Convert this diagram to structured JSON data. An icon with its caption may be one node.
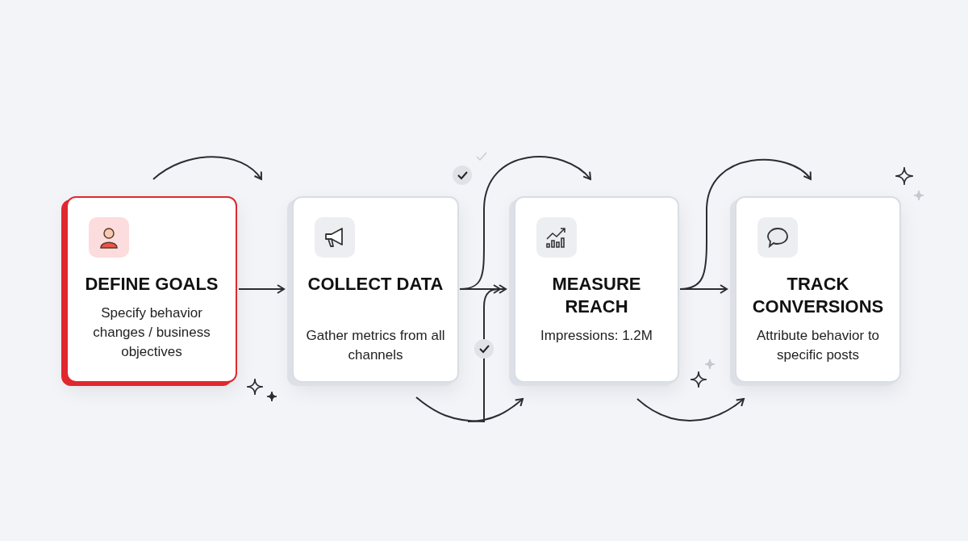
{
  "diagram": {
    "nodes": [
      {
        "text": [
          "DEFINE GOALS",
          "Specify behavior changes / business objectives"
        ]
      },
      {
        "text": [
          "COLLECT DATA",
          "Gather metrics from all channels"
        ]
      },
      {
        "text": [
          "MEASURE REACH",
          "Impressions: 1.2M"
        ]
      },
      {
        "text": [
          "TRACK CONVERSIONS",
          "Attribute behavior to specific posts"
        ]
      }
    ],
    "edges": [
      {
        "from": 0,
        "to": 1,
        "arrow": "to"
      },
      {
        "from": 1,
        "to": 2,
        "arrow": "to"
      },
      {
        "from": 2,
        "to": 3,
        "arrow": "to"
      }
    ]
  }
}
